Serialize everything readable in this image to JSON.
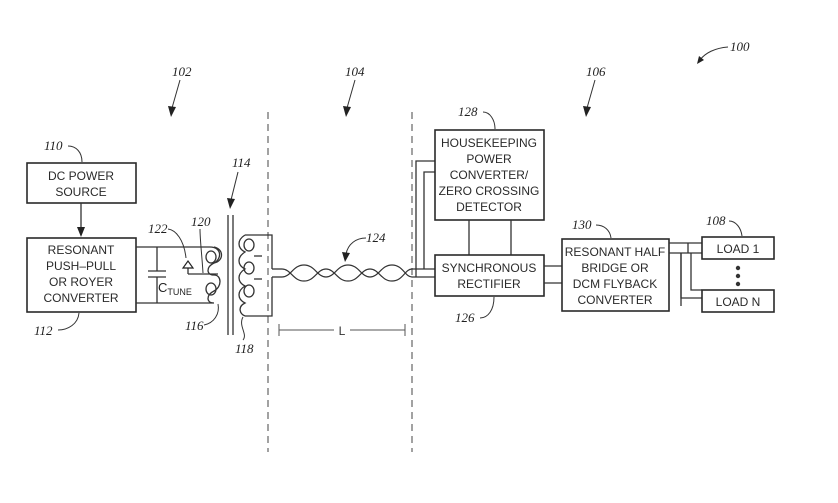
{
  "figure": {
    "ref_system": "100",
    "sections": [
      {
        "ref": "102"
      },
      {
        "ref": "104"
      },
      {
        "ref": "106"
      }
    ],
    "blocks": {
      "dc_power_source": {
        "ref": "110",
        "lines": [
          "DC POWER",
          "SOURCE"
        ]
      },
      "resonant_converter": {
        "ref": "112",
        "lines": [
          "RESONANT",
          "PUSH–PULL",
          "OR ROYER",
          "CONVERTER"
        ]
      },
      "housekeeping": {
        "ref": "128",
        "lines": [
          "HOUSEKEEPING",
          "POWER",
          "CONVERTER/",
          "ZERO CROSSING",
          "DETECTOR"
        ]
      },
      "sync_rectifier": {
        "ref": "126",
        "lines": [
          "SYNCHRONOUS",
          "RECTIFIER"
        ]
      },
      "half_bridge": {
        "ref": "130",
        "lines": [
          "RESONANT HALF",
          "BRIDGE OR",
          "DCM FLYBACK",
          "CONVERTER"
        ]
      },
      "load_1": {
        "ref": "108",
        "label": "LOAD 1"
      },
      "load_n": {
        "label": "LOAD N"
      }
    },
    "components": {
      "transformer_ref": "114",
      "primary_coil_ref": "116",
      "secondary_coil_ref": "118",
      "tap_ref": "120",
      "tap_arrow_ref": "122",
      "capacitor_label": "C",
      "capacitor_subscript": "TUNE",
      "twisted_pair_ref": "124",
      "length_label": "L"
    }
  }
}
